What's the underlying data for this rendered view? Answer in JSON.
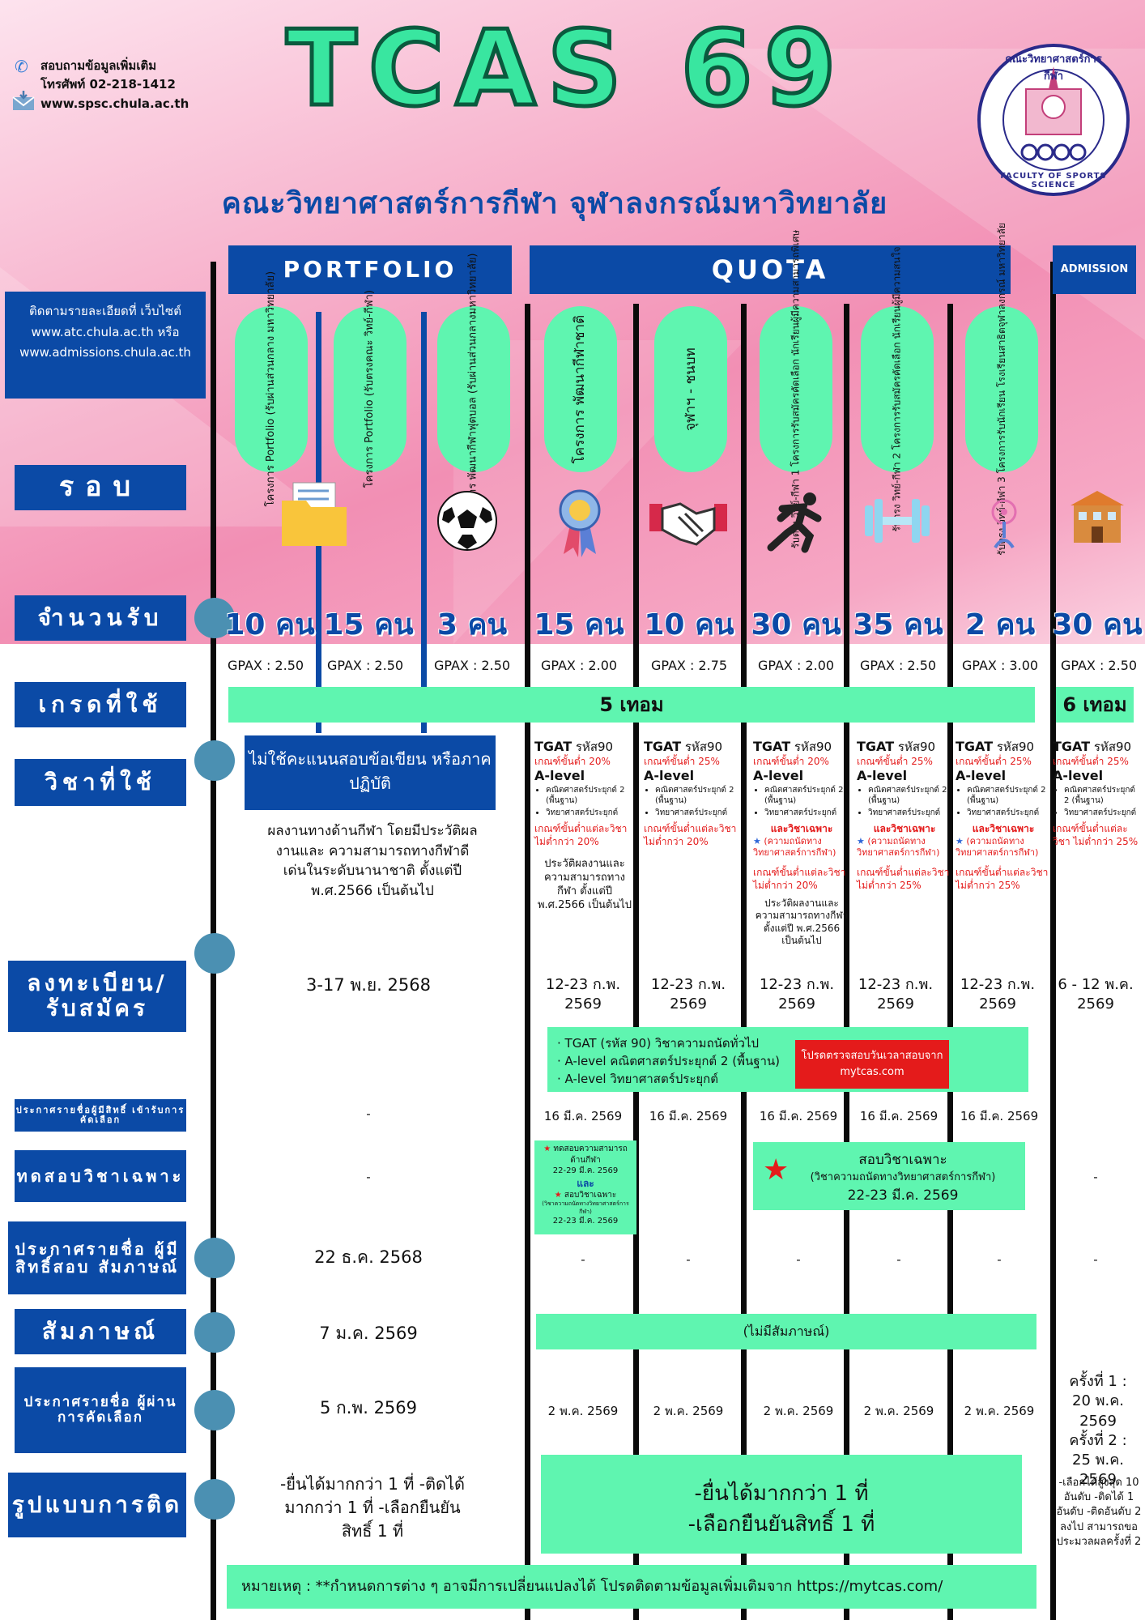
{
  "header": {
    "title": "TCAS 69",
    "subtitle": "คณะวิทยาศาสตร์การกีฬา จุฬาลงกรณ์มหาวิทยาลัย",
    "contact_label": "สอบถามข้อมูลเพิ่มเติม",
    "phone": "โทรศัพท์ 02-218-1412",
    "website": "www.spsc.chula.ac.th",
    "follow": "ติดตามรายละเอียดที่ เว็บไซต์ www.atc.chula.ac.th หรือ www.admissions.chula.ac.th",
    "logo_top": "คณะวิทยาศาสตร์การกีฬา",
    "logo_bottom": "FACULTY OF SPORTS SCIENCE"
  },
  "groups": {
    "portfolio": "PORTFOLIO",
    "quota": "QUOTA",
    "admission": "ADMISSION"
  },
  "rows": {
    "round": "รอบ",
    "seats": "จำนวนรับ",
    "grade": "เกรดที่ใช้",
    "subjects": "วิชาที่ใช้",
    "register": "ลงทะเบียน/ รับสมัคร",
    "announce_eligible": "ประกาศรายชื่อผู้มีสิทธิ์ เข้ารับการคัดเลือก",
    "special_test": "ทดสอบวิชาเฉพาะ",
    "announce_interview": "ประกาศรายชื่อ ผู้มีสิทธิ์สอบ สัมภาษณ์",
    "interview": "สัมภาษณ์",
    "announce_pass": "ประกาศรายชื่อ ผู้ผ่านการคัดเลือก",
    "format": "รูปแบบการติด"
  },
  "programs": [
    {
      "name": "โครงการ Portfolio (รับผ่านส่วนกลาง มหาวิทยาลัย)",
      "seats": "10 คน",
      "gpax": "GPAX : 2.50"
    },
    {
      "name": "โครงการ Portfolio (รับตรงคณะ วิทย์-กีฬา)",
      "seats": "15 คน",
      "gpax": "GPAX : 2.50"
    },
    {
      "name": "โครงการ พัฒนากีฬาฟุตบอล (รับผ่านส่วนกลางมหาวิทยาลัย)",
      "seats": "3 คน",
      "gpax": "GPAX : 2.50"
    },
    {
      "name": "โครงการ พัฒนากีฬาชาติ",
      "seats": "15 คน",
      "gpax": "GPAX : 2.00"
    },
    {
      "name": "จุฬาฯ - ชนบท",
      "seats": "10 คน",
      "gpax": "GPAX : 2.75"
    },
    {
      "name": "รับตรง วิทย์-กีฬา 1 โครงการรับสมัครคัดเลือก นักเรียนผู้มีความสามารถพิเศษ",
      "seats": "30 คน",
      "gpax": "GPAX : 2.00"
    },
    {
      "name": "รับตรง วิทย์-กีฬา 2 โครงการรับสมัครคัดเลือก นักเรียนผู้มีความสนใจ",
      "seats": "35 คน",
      "gpax": "GPAX : 2.50"
    },
    {
      "name": "รับตรง วิทย์-กีฬา 3 โครงการรับนักเรียน โรงเรียนสาธิตจุฬาลงกรณ์ มหาวิทยาลัย",
      "seats": "2 คน",
      "gpax": "GPAX : 3.00"
    },
    {
      "name": "",
      "seats": "30 คน",
      "gpax": "GPAX : 2.50"
    }
  ],
  "grade_span": {
    "main": "5 เทอม",
    "admission": "6 เทอม"
  },
  "subjects": {
    "portfolio_box": "ไม่ใช้คะแนนสอบข้อเขียน หรือภาคปฏิบัติ",
    "portfolio_text": "ผลงานทางด้านกีฬา โดยมีประวัติผลงานและ ความสามารถทางกีฬาดี เด่นในระดับนานาชาติ ตั้งแต่ปี พ.ศ.2566 เป็นต้นไป",
    "tgat": "TGAT",
    "code": " รหัส90",
    "alevel": "A-level",
    "math": "คณิตศาสตร์ประยุกต์ 2 (พื้นฐาน)",
    "sci": "วิทยาศาสตร์ประยุกต์",
    "min20": "เกณฑ์ขั้นต่ำ 20%",
    "min25": "เกณฑ์ขั้นต่ำ 25%",
    "each20": "เกณฑ์ขั้นต่ำแต่ละวิชา ไม่ต่ำกว่า 20%",
    "each25": "เกณฑ์ขั้นต่ำแต่ละวิชา ไม่ต่ำกว่า 25%",
    "special": "และวิชาเฉพาะ",
    "aptitude": "(ความถนัดทาง วิทยาศาสตร์การกีฬา)",
    "history": "ประวัติผลงานและ ความสามารถทางกีฬา ตั้งแต่ปี พ.ศ.2566 เป็นต้นไป"
  },
  "register": {
    "portfolio": "3-17 พ.ย. 2568",
    "quota": "12-23 ก.พ. 2569",
    "admission": "6 - 12 พ.ค. 2569"
  },
  "exam_box": {
    "line1": "· TGAT (รหัส 90)  วิชาความถนัดทั่วไป",
    "line2": "· A-level คณิตศาสตร์ประยุกต์ 2 (พื้นฐาน)",
    "line3": "· A-level  วิทยาศาสตร์ประยุกต์",
    "check": "โปรดตรวจสอบวันเวลาสอบจาก mytcas.com"
  },
  "announce_eligible": {
    "portfolio": "-",
    "quota": "16 มี.ค. 2569"
  },
  "special_test": {
    "portfolio": "-",
    "col4_a": "ทดสอบความสามารถ ด้านกีฬา",
    "col4_b": "22-29 มี.ค. 2569",
    "col4_and": "และ",
    "col4_c": "สอบวิชาเฉพาะ",
    "col4_d": "(วิชาความถนัดทางวิทยาศาสตร์การกีฬา)",
    "col4_e": "22-23 มี.ค. 2569",
    "box_title": "สอบวิชาเฉพาะ",
    "box_sub": "(วิชาความถนัดทางวิทยาศาสตร์การกีฬา)",
    "box_date": "22-23 มี.ค. 2569",
    "admission": "-"
  },
  "announce_interview": {
    "portfolio": "22 ธ.ค. 2568",
    "dash": "-"
  },
  "interview": {
    "portfolio": "7 ม.ค. 2569",
    "none": "(ไม่มีสัมภาษณ์)"
  },
  "announce_pass": {
    "portfolio": "5 ก.พ. 2569",
    "quota": "2 พ.ค. 2569",
    "adm1": "ครั้งที่ 1 :",
    "adm1d": "20 พ.ค. 2569",
    "adm2": "ครั้งที่ 2 :",
    "adm2d": "25 พ.ค. 2569"
  },
  "format": {
    "portfolio": "-ยื่นได้มากกว่า 1 ที่ -ติดได้มากกว่า 1 ที่ -เลือกยืนยันสิทธิ์ 1 ที่",
    "quota1": "-ยื่นได้มากกว่า 1 ที่",
    "quota2": "-เลือกยืนยันสิทธิ์ 1 ที่",
    "admission": "-เลือกได้สูงสุด 10 อันดับ -ติดได้ 1 อันดับ -ติดอันดับ 2 ลงไป สามารถขอ ประมวลผลครั้งที่ 2"
  },
  "note": "หมายเหตุ : **กำหนดการต่าง ๆ อาจมีการเปลี่ยนแปลงได้ โปรดติดตามข้อมูลเพิ่มเติมจาก https://mytcas.com/",
  "icons": [
    "phone-icon",
    "mail-icon",
    "folder-icon",
    "soccer-ball-icon",
    "medal-icon",
    "handshake-icon",
    "runner-icon",
    "dumbbell-icon",
    "gymnast-icon",
    "school-building-icon"
  ],
  "colors": {
    "blue": "#0b4aa6",
    "mint": "#5ff5b0",
    "pink": "#f28fb4",
    "red": "#e41b1b",
    "title_green": "#39e6a0"
  }
}
